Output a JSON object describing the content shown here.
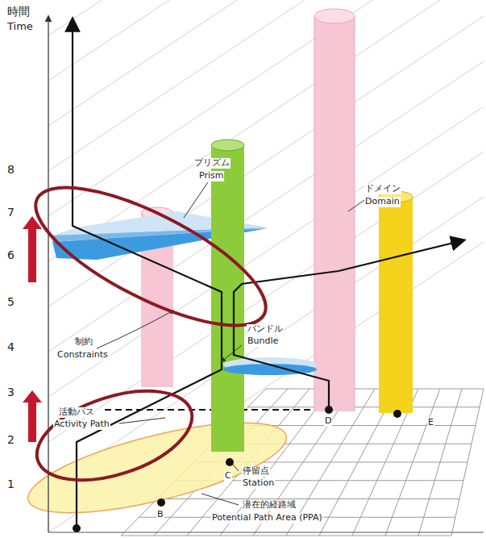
{
  "diagram": {
    "labels": [
      "時間",
      "Time",
      "1",
      "2",
      "3",
      "4",
      "5",
      "6",
      "7",
      "8",
      "プリズム",
      "Prism",
      "ドメイン",
      "Domain",
      "制約",
      "Constraints",
      "バンドル",
      "Bundle",
      "活動パス",
      "Activity Path",
      "停留点",
      "Station",
      "潜在的経路域",
      "Potential Path Area (PPA)",
      "B",
      "C",
      "D",
      "E"
    ]
  }
}
